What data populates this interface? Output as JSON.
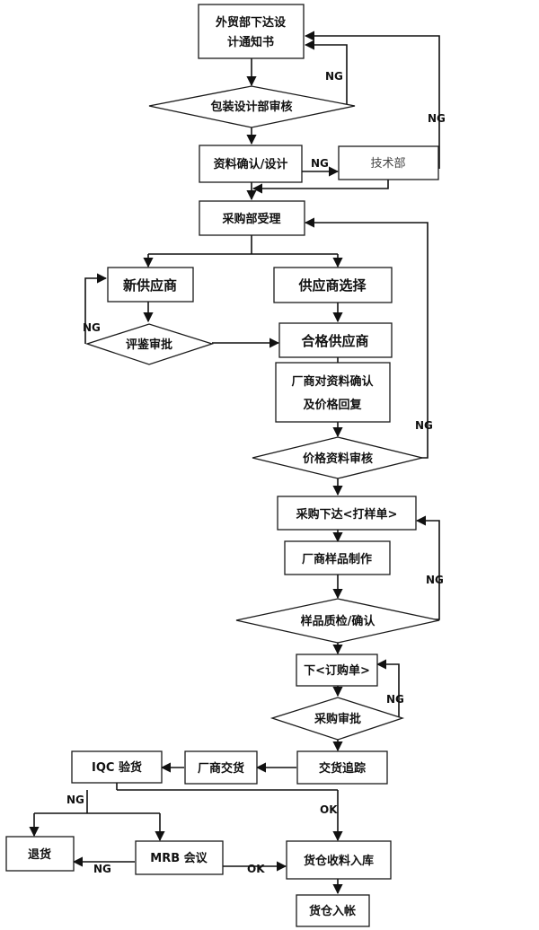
{
  "nodes": {
    "design_notice": [
      "外贸部下达设",
      "计通知书"
    ],
    "pkg_review": "包装设计部审核",
    "data_confirm": "资料确认/设计",
    "tech_dept": "技术部",
    "purchase_accept": "采购部受理",
    "new_supplier": "新供应商",
    "supplier_select": "供应商选择",
    "evaluation": "评鉴审批",
    "qualified_supplier": "合格供应商",
    "vendor_confirm": [
      "厂商对资料确认",
      "及价格回复"
    ],
    "price_review": "价格资料审核",
    "sample_order": "采购下达<打样单>",
    "sample_make": "厂商样品制作",
    "sample_qc": "样品质检/确认",
    "purchase_order": "下<订购单>",
    "purchase_approve": "采购审批",
    "delivery_track": "交货追踪",
    "vendor_delivery": "厂商交货",
    "iqc": "IQC 验货",
    "return": "退货",
    "mrb": "MRB 会议",
    "warehouse_in": "货仓收料入库",
    "warehouse_account": "货仓入帐"
  },
  "labels": {
    "ng": "NG",
    "ok": "OK"
  }
}
